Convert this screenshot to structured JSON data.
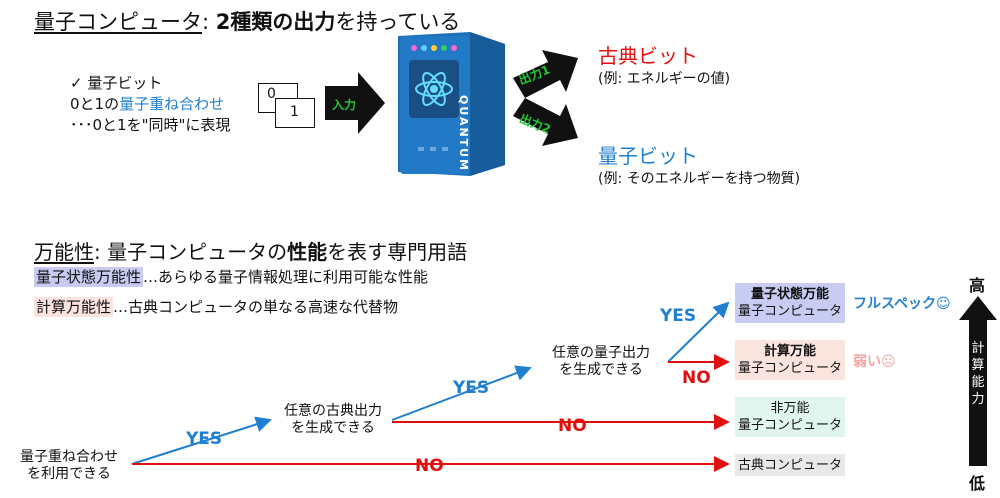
{
  "top": {
    "title_main": "量子コンピュータ",
    "title_colon": ": ",
    "title_bold": "2種類の出力",
    "title_rest": "を持っている",
    "bullet_check": "✓ 量子ビット",
    "bullet_line2_pre": "0と1の",
    "bullet_line2_blue": "量子重ね合わせ",
    "bullet_line3": "･･･0と1を\"同時\"に表現",
    "qubit_box_0": "0",
    "qubit_box_1": "1",
    "input_label": "入力",
    "device_label": "QUANTUM",
    "output1_label": "出力1",
    "output2_label": "出力2",
    "classical_bit": "古典ビット",
    "classical_example": "(例: エネルギーの値)",
    "quantum_bit": "量子ビット",
    "quantum_example": "(例: そのエネルギーを持つ物質)"
  },
  "bottom": {
    "heading_u": "万能性",
    "heading_rest_a": ": 量子コンピュータの",
    "heading_bold": "性能",
    "heading_rest_b": "を表す専門用語",
    "def1_term": "量子状態万能性",
    "def1_text": "…あらゆる量子情報処理に利用可能な性能",
    "def2_term": "計算万能性",
    "def2_text": "…古典コンピュータの単なる高速な代替物",
    "start_node": [
      "量子重ね合わせ",
      "を利用できる"
    ],
    "mid_node": [
      "任意の古典出力",
      "を生成できる"
    ],
    "upper_node": [
      "任意の量子出力",
      "を生成できる"
    ],
    "yes": "YES",
    "no": "NO",
    "results": [
      {
        "line1": "量子状態万能",
        "line2": "量子コンピュータ",
        "bg": "#c8ccf2"
      },
      {
        "line1": "計算万能",
        "line2": "量子コンピュータ",
        "bg": "#fbe3de"
      },
      {
        "line1": "非万能",
        "line2": "量子コンピュータ",
        "bg": "#dff5ee"
      },
      {
        "line1": "古典コンピュータ",
        "line2": "",
        "bg": "#e8e8e8"
      }
    ],
    "full_spec": "フルスペック☺",
    "weak": "弱い☹",
    "scale_high": "高",
    "scale_low": "低",
    "scale_label": [
      "計",
      "算",
      "能",
      "力"
    ]
  },
  "colors": {
    "blue": "#1f7fd0",
    "red": "#e01010",
    "green": "#22c832",
    "device": "#1d6fb8"
  }
}
